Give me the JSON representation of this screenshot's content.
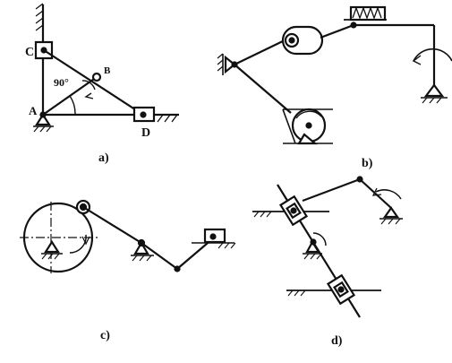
{
  "figures": {
    "a": {
      "caption": "a)",
      "point_labels": {
        "C": "C",
        "B": "B",
        "A": "A",
        "D": "D"
      },
      "angle_label": "90°"
    },
    "b": {
      "caption": "b)"
    },
    "c": {
      "caption": "c)"
    },
    "d": {
      "caption": "d)"
    }
  },
  "colors": {
    "ink": "#111111",
    "paper": "#ffffff"
  }
}
